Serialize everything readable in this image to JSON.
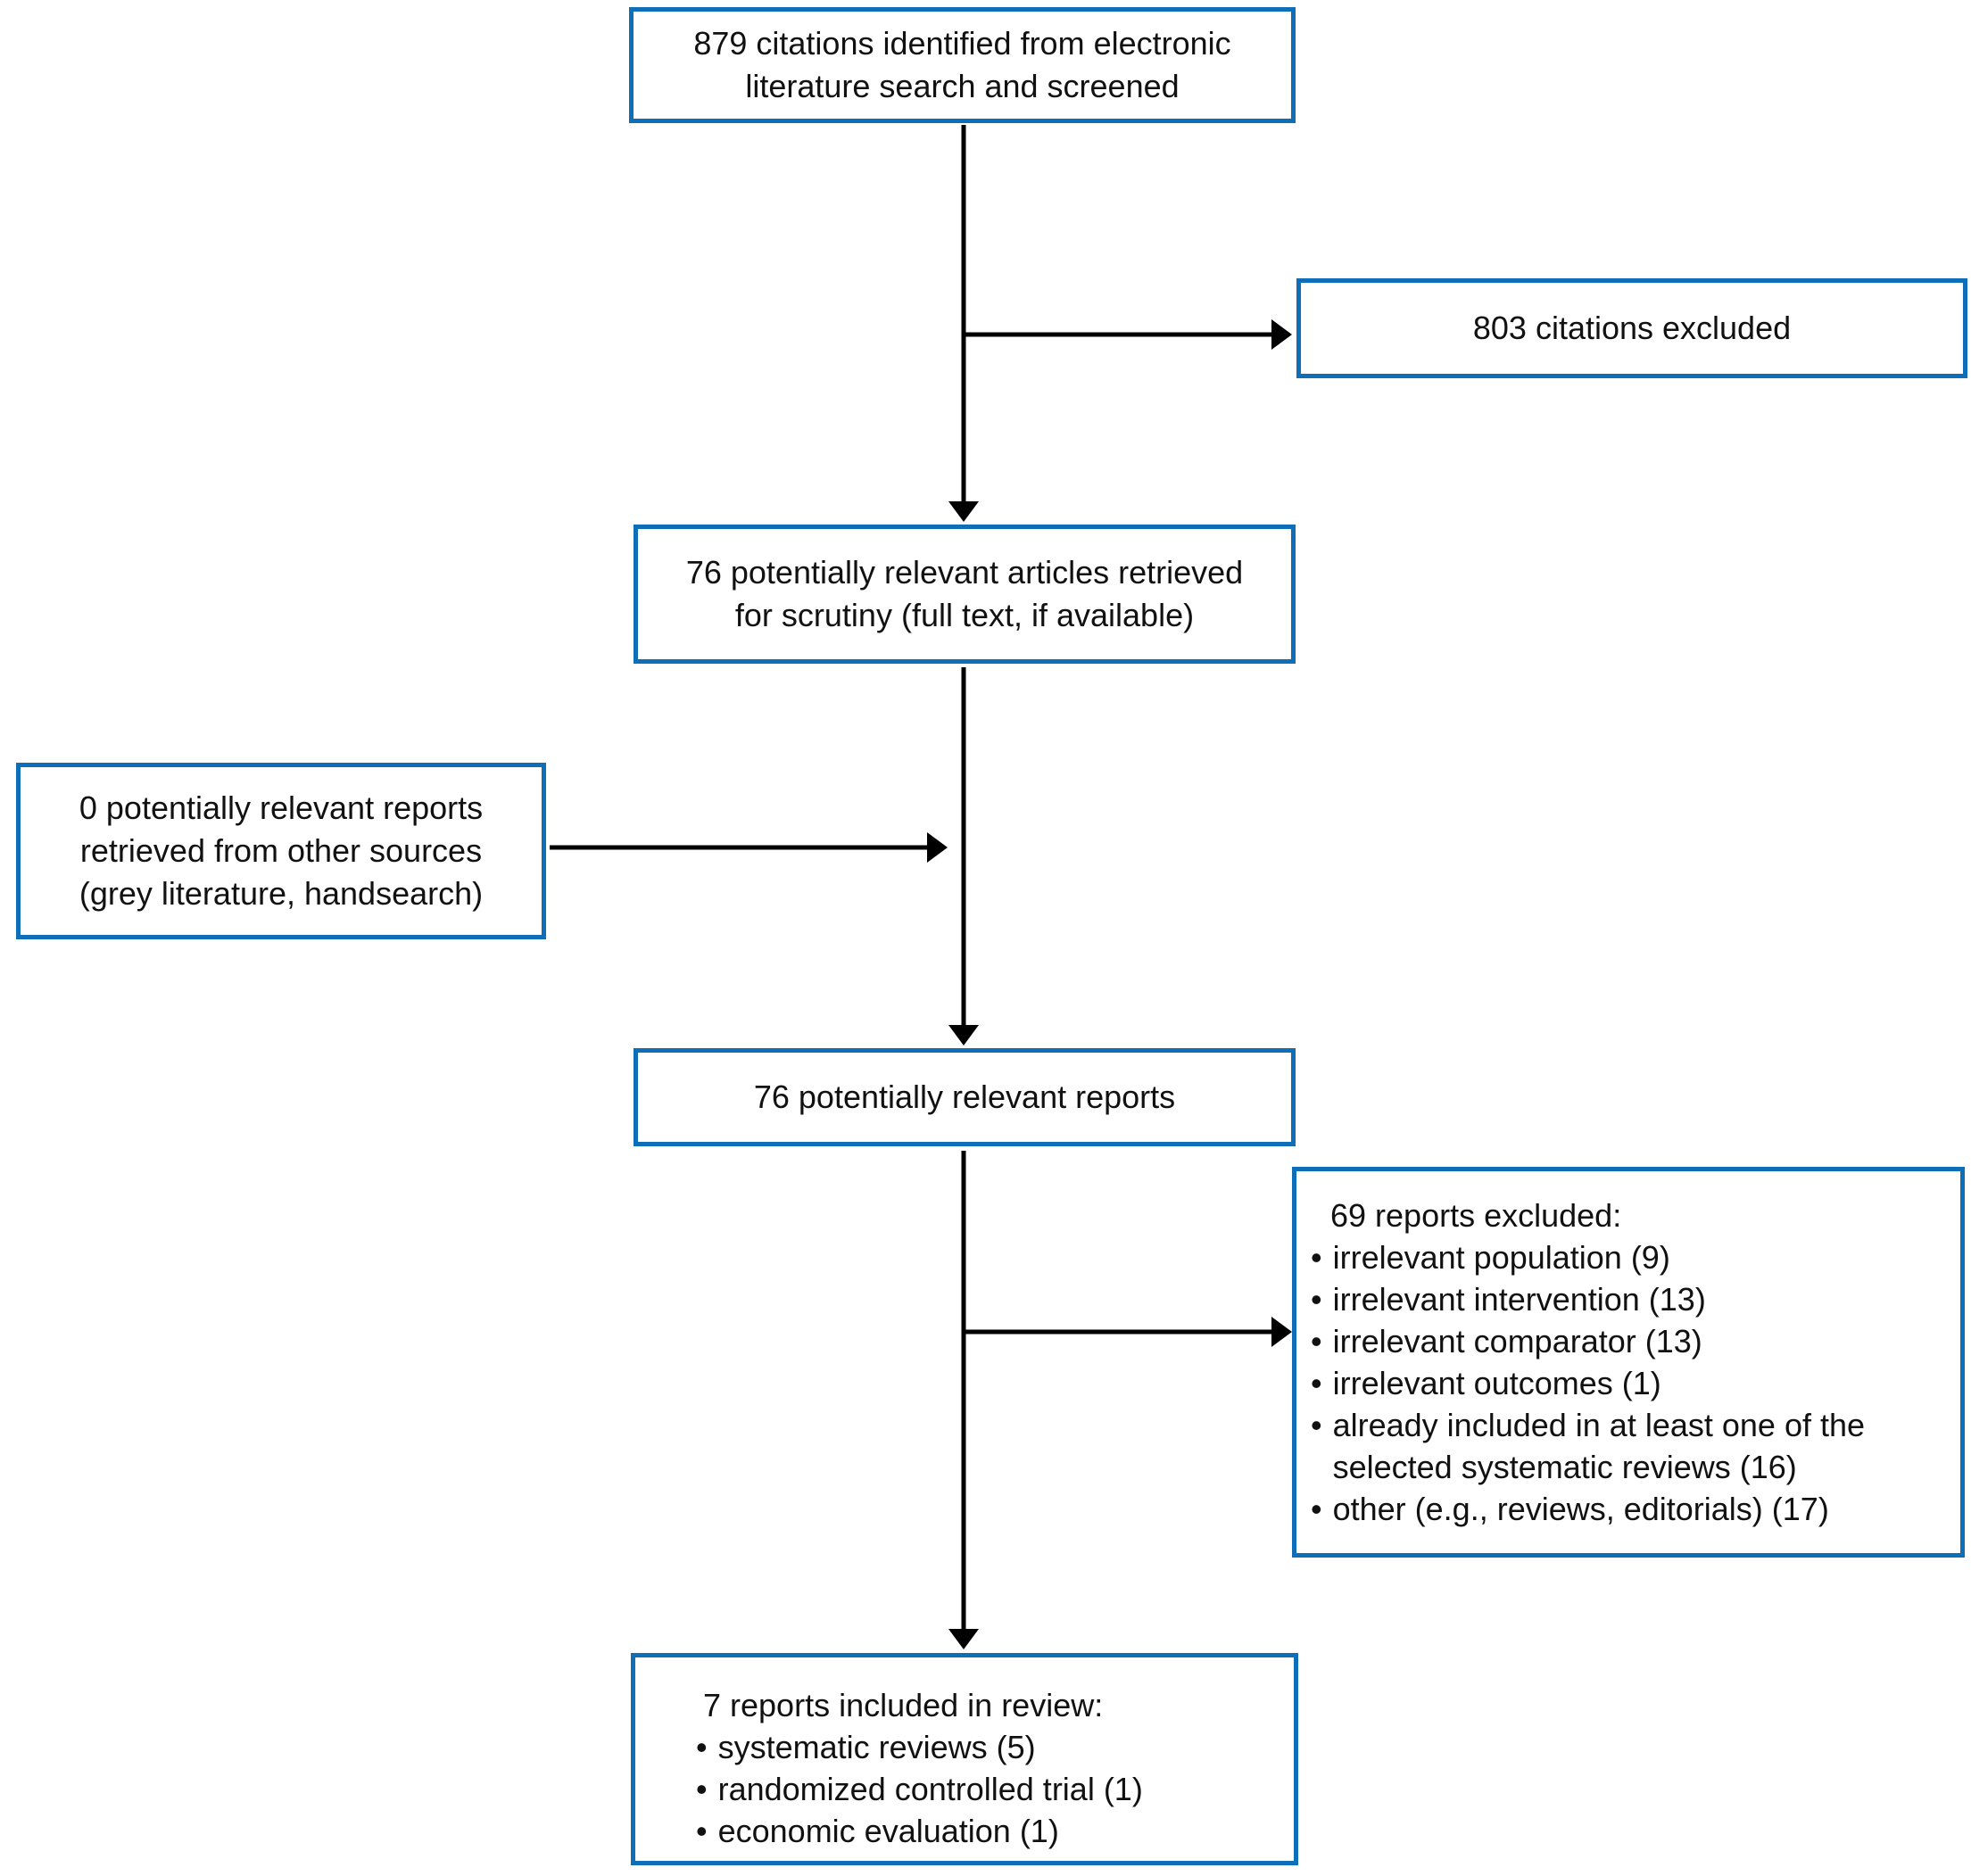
{
  "colors": {
    "box_border": "#0e6eb8",
    "arrow": "#000000",
    "text": "#111111",
    "background": "#ffffff"
  },
  "bullet_char": "•",
  "flow": {
    "box_identified": {
      "lines": [
        "879 citations identified from electronic",
        "literature search and screened"
      ]
    },
    "box_excluded_citations": {
      "label": "803 citations excluded"
    },
    "box_retrieved": {
      "lines": [
        "76 potentially relevant articles retrieved",
        "for scrutiny (full text, if available)"
      ]
    },
    "box_other_sources": {
      "lines": [
        "0 potentially relevant reports",
        "retrieved from other sources",
        "(grey literature, handsearch)"
      ]
    },
    "box_relevant_reports": {
      "label": "76 potentially relevant reports"
    },
    "box_excluded_reports": {
      "title": "69 reports excluded:",
      "bullets": [
        "irrelevant population (9)",
        "irrelevant intervention (13)",
        "irrelevant comparator (13)",
        "irrelevant outcomes (1)",
        "already included in at least one of the selected systematic reviews (16)",
        "other (e.g., reviews, editorials) (17)"
      ]
    },
    "box_included": {
      "title": "7 reports included in review:",
      "bullets": [
        "systematic reviews (5)",
        "randomized controlled trial (1)",
        "economic evaluation (1)"
      ]
    }
  }
}
